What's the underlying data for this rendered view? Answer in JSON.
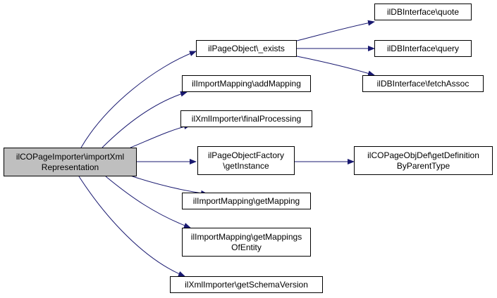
{
  "colors": {
    "edge": "#191970",
    "node_border": "#000000",
    "node_fill": "#ffffff",
    "root_fill": "#bfbfbf"
  },
  "nodes": {
    "root": {
      "lines": [
        "ilCOPageImporter\\importXml",
        "Representation"
      ]
    },
    "page_object_exists": {
      "lines": [
        "ilPageObject\\_exists"
      ]
    },
    "add_mapping": {
      "lines": [
        "ilImportMapping\\addMapping"
      ]
    },
    "final_processing": {
      "lines": [
        "ilXmlImporter\\finalProcessing"
      ]
    },
    "get_instance": {
      "lines": [
        "ilPageObjectFactory",
        "\\getInstance"
      ]
    },
    "get_mapping": {
      "lines": [
        "ilImportMapping\\getMapping"
      ]
    },
    "get_mappings_of_entity": {
      "lines": [
        "ilImportMapping\\getMappings",
        "OfEntity"
      ]
    },
    "get_schema_version": {
      "lines": [
        "ilXmlImporter\\getSchemaVersion"
      ]
    },
    "db_quote": {
      "lines": [
        "ilDBInterface\\quote"
      ]
    },
    "db_query": {
      "lines": [
        "ilDBInterface\\query"
      ]
    },
    "db_fetch_assoc": {
      "lines": [
        "ilDBInterface\\fetchAssoc"
      ]
    },
    "get_definition_by_parent_type": {
      "lines": [
        "ilCOPageObjDef\\getDefinition",
        "ByParentType"
      ]
    }
  }
}
